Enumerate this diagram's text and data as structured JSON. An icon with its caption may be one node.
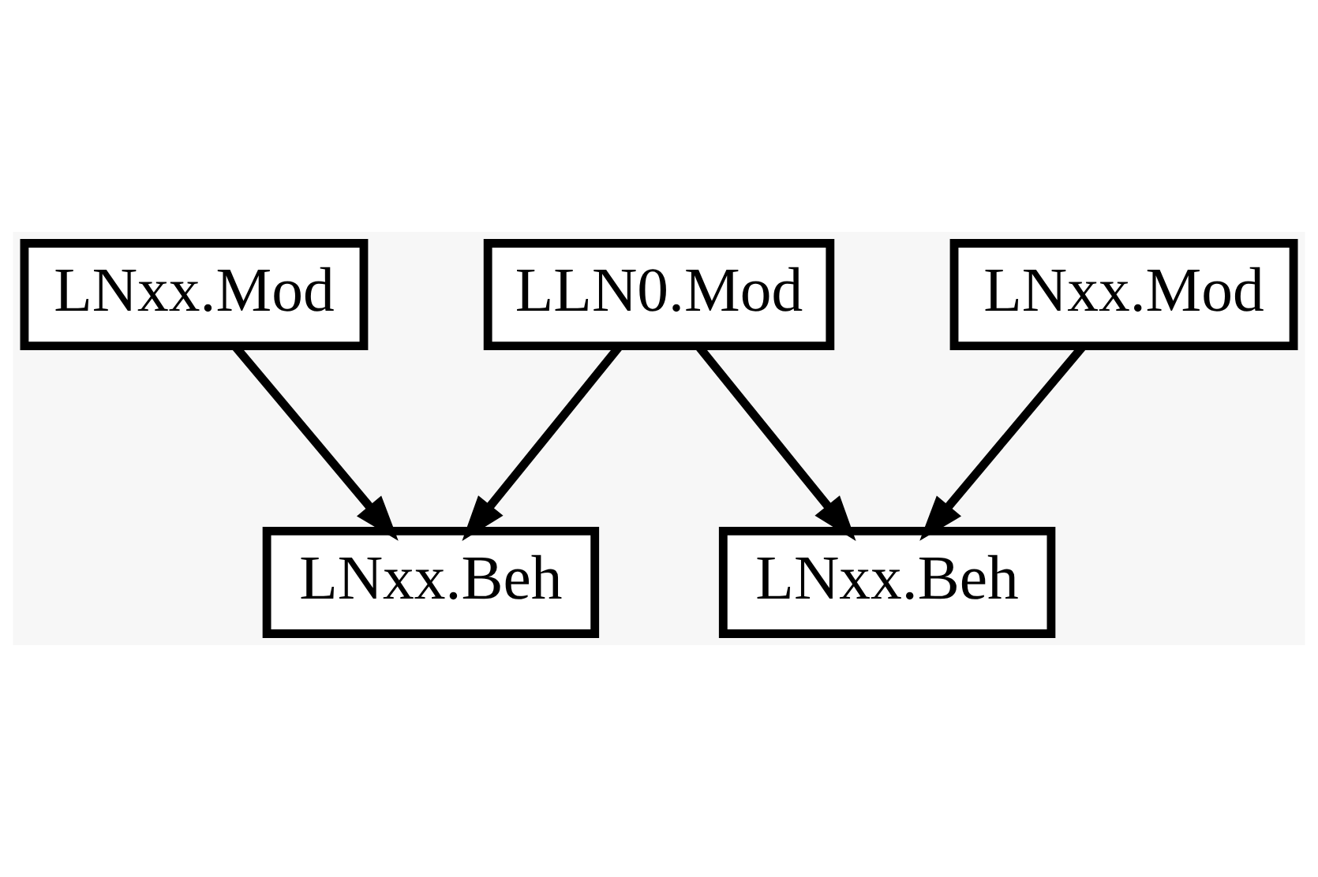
{
  "diagram": {
    "nodes": [
      {
        "text": [
          "LLN0.Mod"
        ]
      },
      {
        "text": [
          "LNxx.Mod"
        ]
      },
      {
        "text": [
          "LNxx.Mod"
        ]
      },
      {
        "text": [
          "LNxx.Beh"
        ]
      },
      {
        "text": [
          "LNxx.Beh"
        ]
      }
    ],
    "edges": [
      {
        "from": 0,
        "to": 3,
        "arrow": "to"
      },
      {
        "from": 0,
        "to": 4,
        "arrow": "to"
      },
      {
        "from": 1,
        "to": 3,
        "arrow": "to"
      },
      {
        "from": 2,
        "to": 4,
        "arrow": "to"
      }
    ]
  }
}
